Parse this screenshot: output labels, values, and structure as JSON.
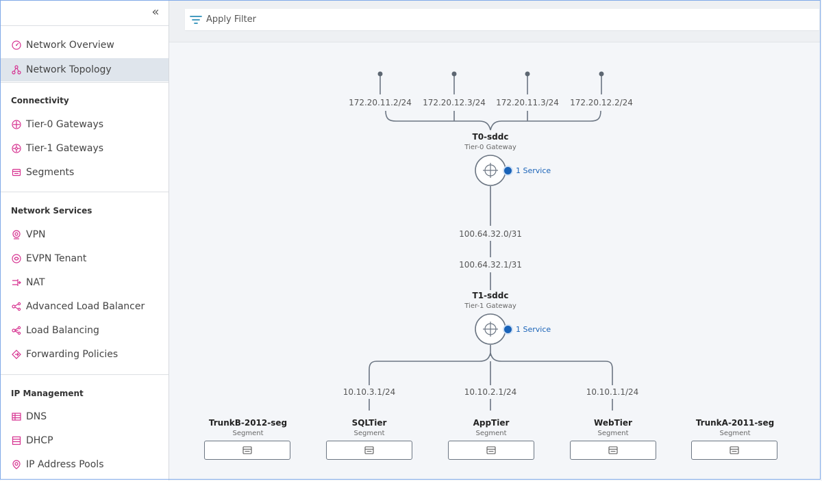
{
  "sidebar": {
    "collapse_icon": "double-chevron-left-icon",
    "top_items": [
      {
        "label": "Network Overview",
        "icon": "gauge-icon",
        "active": false
      },
      {
        "label": "Network Topology",
        "icon": "topology-icon",
        "active": true
      }
    ],
    "sections": [
      {
        "title": "Connectivity",
        "items": [
          {
            "label": "Tier-0 Gateways",
            "icon": "tier0-gateway-icon"
          },
          {
            "label": "Tier-1 Gateways",
            "icon": "tier1-gateway-icon"
          },
          {
            "label": "Segments",
            "icon": "segment-icon"
          }
        ]
      },
      {
        "title": "Network Services",
        "items": [
          {
            "label": "VPN",
            "icon": "vpn-icon"
          },
          {
            "label": "EVPN Tenant",
            "icon": "evpn-icon"
          },
          {
            "label": "NAT",
            "icon": "nat-icon"
          },
          {
            "label": "Advanced Load Balancer",
            "icon": "advanced-load-balancer-icon"
          },
          {
            "label": "Load Balancing",
            "icon": "load-balancing-icon"
          },
          {
            "label": "Forwarding Policies",
            "icon": "forwarding-policies-icon"
          }
        ]
      },
      {
        "title": "IP Management",
        "items": [
          {
            "label": "DNS",
            "icon": "dns-icon"
          },
          {
            "label": "DHCP",
            "icon": "dhcp-icon"
          },
          {
            "label": "IP Address Pools",
            "icon": "ip-address-pools-icon"
          }
        ]
      }
    ]
  },
  "filter": {
    "label": "Apply Filter",
    "icon": "filter-icon"
  },
  "topology": {
    "uplinks": [
      "172.20.11.2/24",
      "172.20.12.3/24",
      "172.20.11.3/24",
      "172.20.12.2/24"
    ],
    "tier0": {
      "name": "T0-sddc",
      "type": "Tier-0 Gateway",
      "service": "1 Service"
    },
    "transit": {
      "t0_ip": "100.64.32.0/31",
      "t1_ip": "100.64.32.1/31"
    },
    "tier1": {
      "name": "T1-sddc",
      "type": "Tier-1 Gateway",
      "service": "1 Service"
    },
    "segments": [
      {
        "name": "TrunkB-2012-seg",
        "type": "Segment",
        "ip": ""
      },
      {
        "name": "SQLTier",
        "type": "Segment",
        "ip": "10.10.3.1/24"
      },
      {
        "name": "AppTier",
        "type": "Segment",
        "ip": "10.10.2.1/24"
      },
      {
        "name": "WebTier",
        "type": "Segment",
        "ip": "10.10.1.1/24"
      },
      {
        "name": "TrunkA-2011-seg",
        "type": "Segment",
        "ip": ""
      }
    ]
  },
  "colors": {
    "accent": "#1a63b8",
    "icon_pink": "#d6308f",
    "line": "#6b7582"
  }
}
